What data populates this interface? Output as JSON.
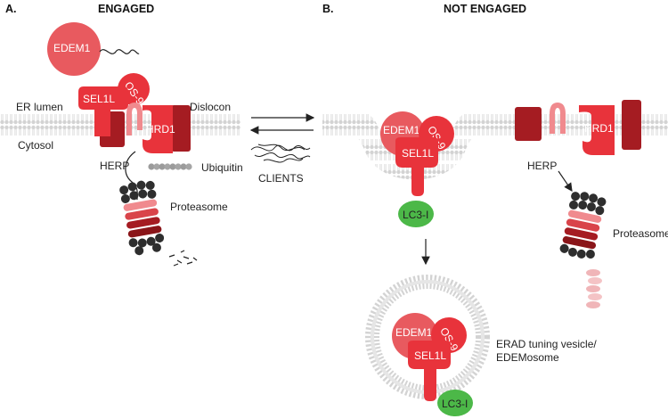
{
  "panels": {
    "a_letter": "A.",
    "a_title": "ENGAGED",
    "b_letter": "B.",
    "b_title": "NOT ENGAGED"
  },
  "labels": {
    "er_lumen": "ER lumen",
    "cytosol": "Cytosol",
    "dislocon": "Dislocon",
    "ubiquitin": "Ubiquitin",
    "proteasome_a": "Proteasome",
    "herp_a": "HERP",
    "clients": "CLIENTS",
    "herp_b": "HERP",
    "proteasome_b": "Proteasome",
    "vesicle_line1": "ERAD tuning vesicle/",
    "vesicle_line2": "EDEMosome"
  },
  "proteins": {
    "edem1": "EDEM1",
    "sel1l": "SEL1L",
    "os9": "OS-9",
    "hrd1": "HRD1",
    "lc3": "LC3-I"
  },
  "colors": {
    "red": "#e8333b",
    "light_red": "#e85a5f",
    "dark_red": "#a51c22",
    "pink": "#f08a8e",
    "membrane": "#d6d6d6",
    "green": "#4cb848",
    "proteasome_dark": "#2e2e2e"
  }
}
